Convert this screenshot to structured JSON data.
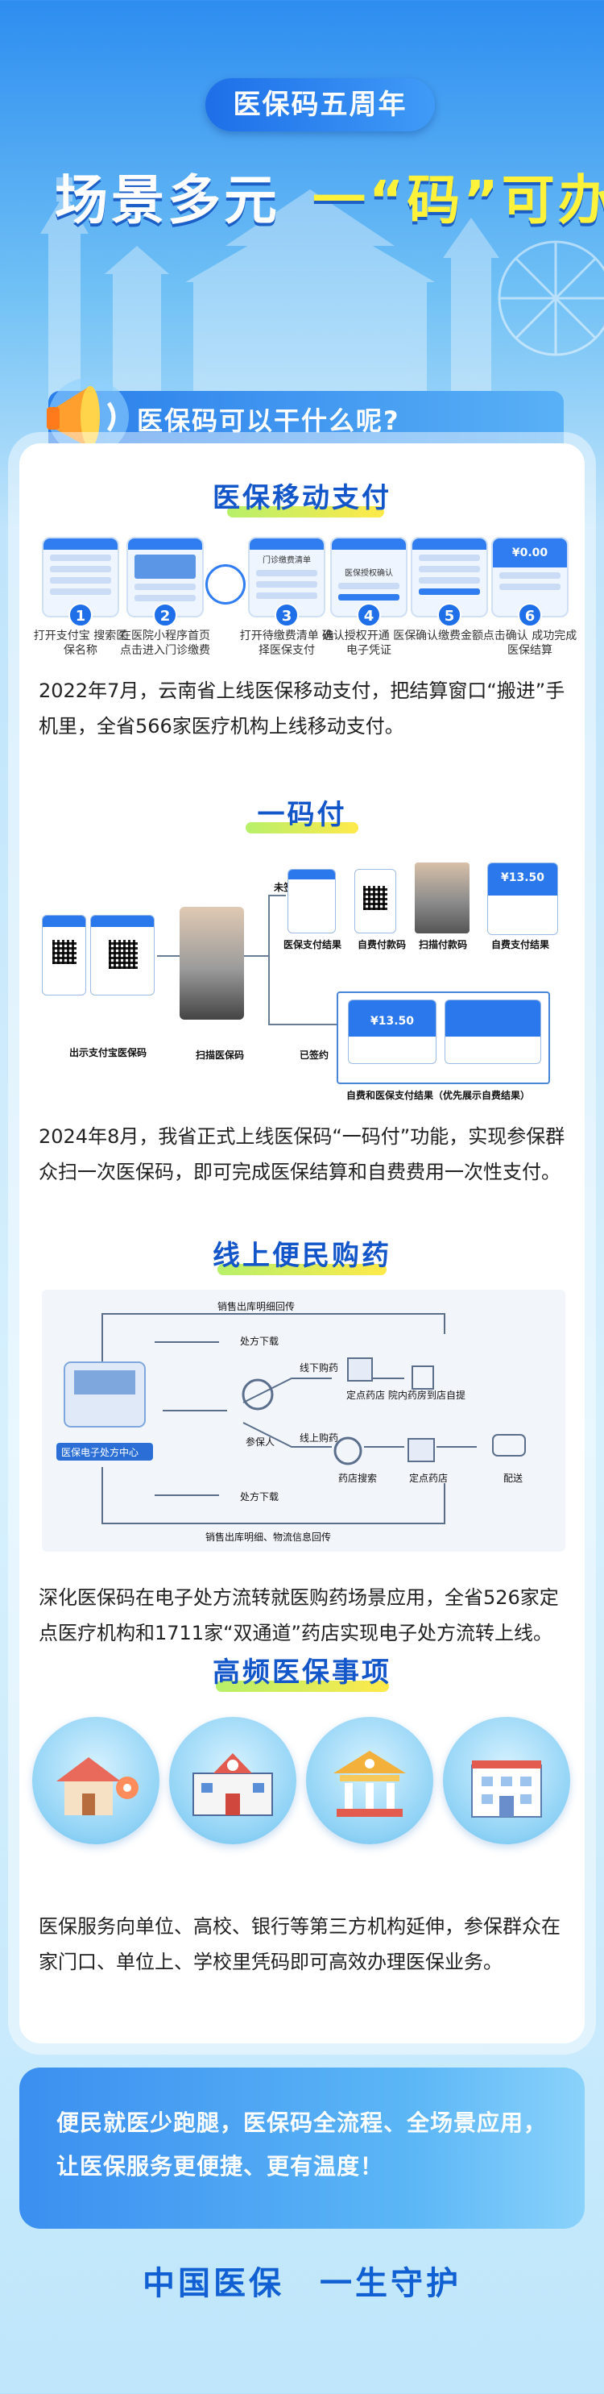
{
  "header": {
    "badge": "医保码五周年",
    "headline_white": "场景多元",
    "headline_yellow": "一“码”可办",
    "question": "医保码可以干什么呢?"
  },
  "sections": {
    "mobile_pay": {
      "title": "医保移动支付",
      "steps": [
        {
          "num": "1",
          "label": "打开支付宝 搜索医保名称"
        },
        {
          "num": "2",
          "label": "在医院小程序首页 点击进入门诊缴费"
        },
        {
          "num": "3",
          "label": "打开待缴费清单 选择医保支付"
        },
        {
          "num": "4",
          "label": "确认授权开通 医保电子凭证"
        },
        {
          "num": "5",
          "label": "确认缴费金额"
        },
        {
          "num": "6",
          "label": "点击确认 成功完成医保结算"
        }
      ],
      "phone_texts": {
        "p3": "门诊缴费清单",
        "p4": "医保授权确认",
        "p6_amount": "¥0.00"
      },
      "paragraph": "2022年7月，云南省上线医保移动支付，把结算窗口“搬进”手机里，全省566家医疗机构上线移动支付。"
    },
    "one_code": {
      "title": "一码付",
      "labels": {
        "show_code": "出示支付宝医保码",
        "scan": "扫描医保码",
        "unsigned": "未签约",
        "signed": "已签约",
        "r1": "医保支付结果",
        "r2": "自费付款码",
        "r3": "扫描付款码",
        "r4": "自费支付结果",
        "bottom": "自费和医保支付结果（优先展示自费结果）"
      },
      "amounts": {
        "a1": "¥13.50",
        "a2": "¥13.50"
      },
      "paragraph": "2024年8月，我省正式上线医保码“一码付”功能，实现参保群众扫一次医保码，即可完成医保结算和自费费用一次性支付。"
    },
    "pharmacy": {
      "title": "线上便民购药",
      "labels": {
        "top_flow": "销售出库明细回传",
        "rx_down_top": "处方下载",
        "center": "医保电子处方中心",
        "patient": "参保人",
        "offline": "线下购药",
        "online": "线上购药",
        "store": "定点药店 院内药房",
        "self_pick": "到店自提",
        "platform": "药店搜索",
        "store2": "定点药店",
        "delivery": "配送",
        "rx_down_bottom": "处方下载",
        "bottom_flow": "销售出库明细、物流信息回传"
      },
      "paragraph": "深化医保码在电子处方流转就医购药场景应用，全省526家定点医疗机构和1711家“双通道”药店实现电子处方流转上线。"
    },
    "high_freq": {
      "title": "高频医保事项",
      "icons": [
        "home-location-icon",
        "school-icon",
        "bank-icon",
        "hospital-icon"
      ],
      "paragraph": "医保服务向单位、高校、银行等第三方机构延伸，参保群众在家门口、单位上、学校里凭码即可高效办理医保业务。"
    }
  },
  "bottom": {
    "text": "便民就医少跑腿，医保码全流程、全场景应用，让医保服务更便捷、更有温度！",
    "slogan": "中国医保　一生守护"
  },
  "colors": {
    "primary": "#1e6fe8",
    "accent_yellow": "#fff23a",
    "title_blue": "#1256c9"
  }
}
